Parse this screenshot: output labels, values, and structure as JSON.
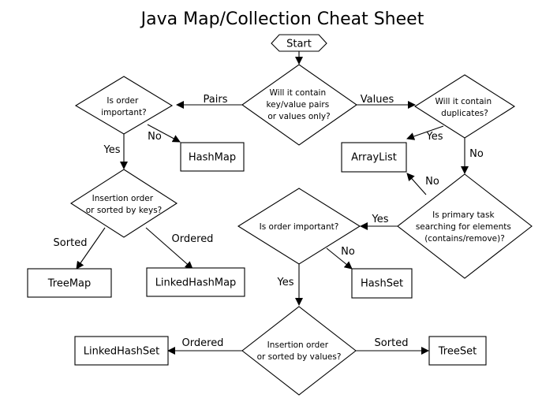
{
  "title": "Java Map/Collection Cheat Sheet",
  "nodes": {
    "start": {
      "label": "Start"
    },
    "key_value": {
      "lines": [
        "Will it contain",
        "key/value pairs",
        "or values only?"
      ]
    },
    "map_order": {
      "lines": [
        "Is order",
        "important?"
      ]
    },
    "map_insertion": {
      "lines": [
        "Insertion order",
        "or sorted by keys?"
      ]
    },
    "hashmap": {
      "label": "HashMap"
    },
    "treemap": {
      "label": "TreeMap"
    },
    "linkedhashmap": {
      "label": "LinkedHashMap"
    },
    "duplicates": {
      "lines": [
        "Will it contain",
        "duplicates?"
      ]
    },
    "arraylist": {
      "label": "ArrayList"
    },
    "searching": {
      "lines": [
        "Is primary task",
        "searching for elements",
        "(contains/remove)?"
      ]
    },
    "set_order": {
      "lines": [
        "Is order important?"
      ]
    },
    "hashset": {
      "label": "HashSet"
    },
    "set_insertion": {
      "lines": [
        "Insertion order",
        "or sorted by values?"
      ]
    },
    "linkedhashset": {
      "label": "LinkedHashSet"
    },
    "treeset": {
      "label": "TreeSet"
    }
  },
  "edges": {
    "pairs": "Pairs",
    "values": "Values",
    "map_order_no": "No",
    "map_order_yes": "Yes",
    "sorted_map": "Sorted",
    "ordered_map": "Ordered",
    "dup_yes": "Yes",
    "dup_no": "No",
    "search_no": "No",
    "search_yes": "Yes",
    "set_order_no": "No",
    "set_order_yes": "Yes",
    "ordered_set": "Ordered",
    "sorted_set": "Sorted"
  }
}
